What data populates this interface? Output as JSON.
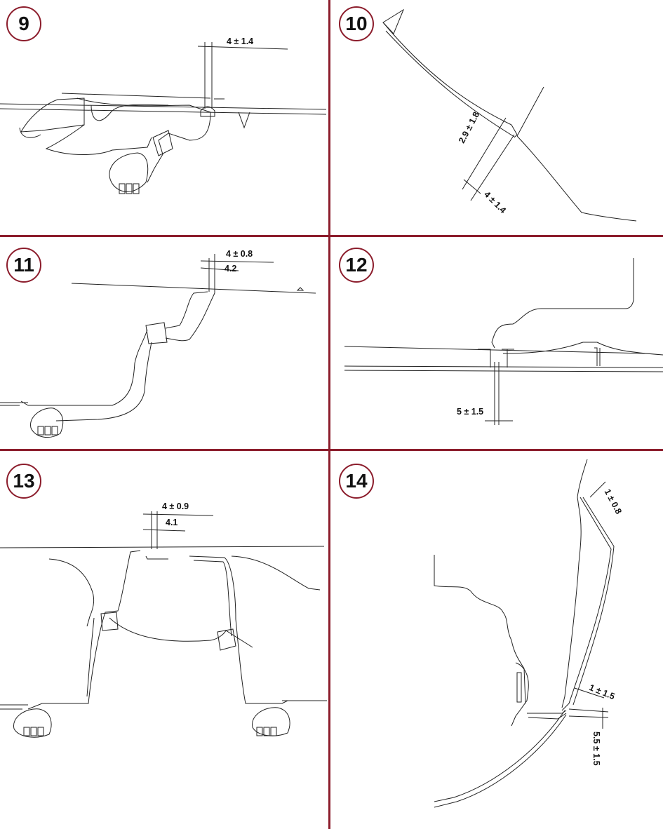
{
  "colors": {
    "grid": "#8c1d2c",
    "line": "#222222",
    "background": "#ffffff"
  },
  "panels": [
    {
      "number": "9",
      "dims": [
        "4 ± 1.4"
      ]
    },
    {
      "number": "10",
      "dims": [
        "2.9 ± 1.8",
        "4 ± 1.4"
      ]
    },
    {
      "number": "11",
      "dims": [
        "4 ± 0.8",
        "4.2"
      ]
    },
    {
      "number": "12",
      "dims": [
        "5 ± 1.5"
      ]
    },
    {
      "number": "13",
      "dims": [
        "4 ± 0.9",
        "4.1"
      ]
    },
    {
      "number": "14",
      "dims": [
        "1 ± 0.8",
        "1 ± 1.5",
        "5.5 ± 1.5"
      ]
    }
  ]
}
